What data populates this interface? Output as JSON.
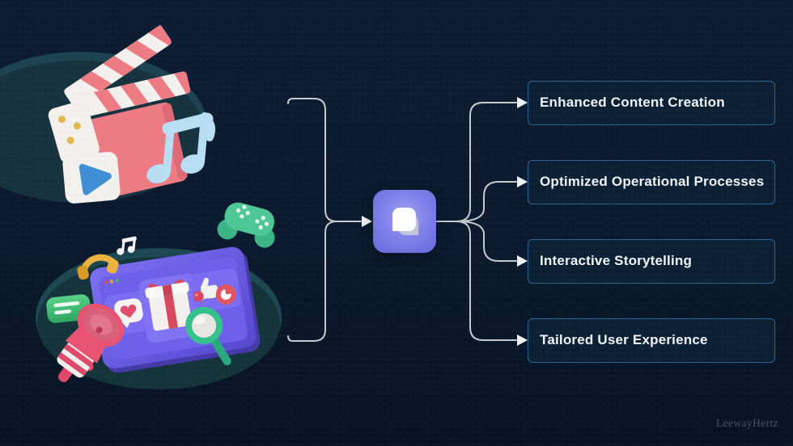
{
  "diagram": {
    "type": "flow-infographic",
    "center": {
      "icon": "overlapping-chat-bubbles-icon"
    },
    "inputs": [
      {
        "icon": "media-production-illustration",
        "elements": [
          "clapperboard-icon",
          "music-note-icon",
          "video-play-card-icon"
        ]
      },
      {
        "icon": "gaming-entertainment-illustration",
        "elements": [
          "game-controller-icon",
          "headphones-icon",
          "small-music-note-icon",
          "tablet-screen-icon",
          "heart-like-card-icon",
          "gift-box-icon",
          "thumbs-up-icon",
          "clock-icon",
          "magnifier-icon",
          "speech-bubble-icon",
          "megaphone-icon"
        ]
      }
    ],
    "outputs": [
      {
        "label": "Enhanced Content Creation"
      },
      {
        "label": "Optimized Operational Processes"
      },
      {
        "label": "Interactive Storytelling"
      },
      {
        "label": "Tailored User Experience"
      }
    ]
  },
  "watermark": {
    "label": "LeewayHertz"
  },
  "colors": {
    "background": "#0b1a2e",
    "ellipse_teal_top": "#183744",
    "ellipse_teal_bottom": "#16353d",
    "box_fill": "#0c2134",
    "box_border": "#2a6597",
    "box_text": "#f0f4f8",
    "connector_line": "#d6dade",
    "node_purple": "#7d7fe9",
    "coral": "#ed7b84",
    "sky_blue": "#b7def2",
    "play_blue": "#3f8fd6",
    "screen_purple": "#6a5ce0",
    "green": "#3ecb8f",
    "pink": "#e85372",
    "yellow": "#ecb23e",
    "red": "#d8485f"
  }
}
